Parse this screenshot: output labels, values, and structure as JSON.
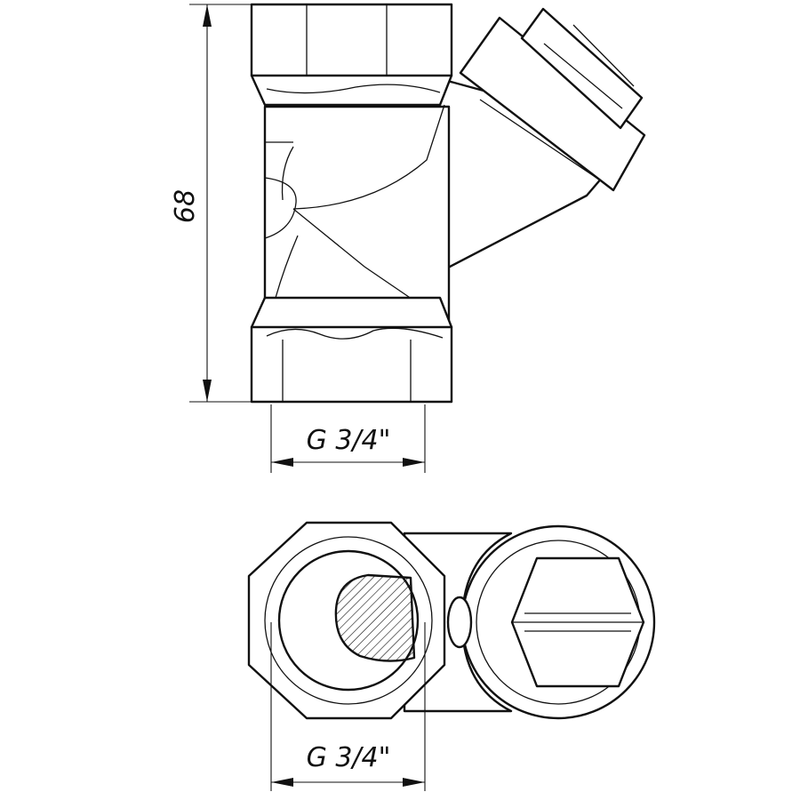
{
  "colors": {
    "line": "#111111",
    "background": "#ffffff"
  },
  "dimensions": {
    "height": "68",
    "side_thread": "G 3/4\"",
    "end_thread": "G 3/4\""
  }
}
